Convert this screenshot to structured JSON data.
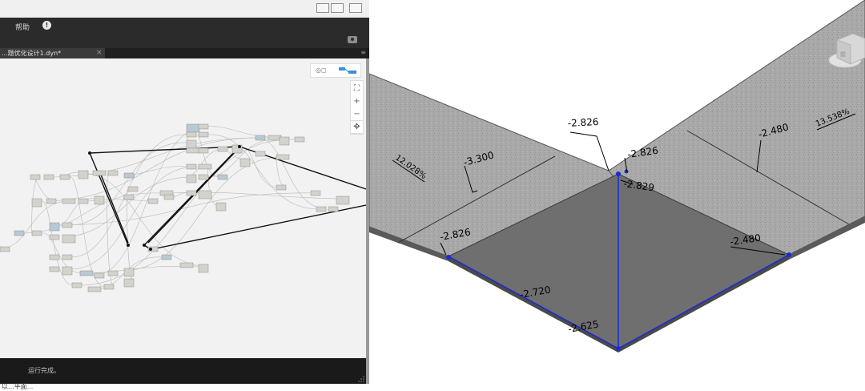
{
  "dynamo": {
    "menu": {
      "help": "帮助"
    },
    "tab": {
      "title": "...题优化设计1.dyn*",
      "close": "×"
    },
    "status": "运行完成。",
    "icons": [
      "minimize-icon",
      "maximize-icon",
      "close-icon",
      "info-icon",
      "camera-icon",
      "background-3d-icon",
      "graph-view-icon",
      "fit-view-icon",
      "zoom-in-icon",
      "zoom-out-icon",
      "pan-icon"
    ],
    "zoom": {
      "fit": "⛶",
      "in": "+",
      "out": "−",
      "pan": "✥"
    },
    "below_text": "以...平面..."
  },
  "view3d": {
    "elevations": [
      "-2.826",
      "-2.826",
      "-2.829",
      "-3.300",
      "-2.480",
      "-2.480",
      "-2.826",
      "-2.720",
      "-2.625"
    ],
    "slopes": [
      "12.028%",
      "13.538%"
    ],
    "viewcube_label": "前",
    "colors": {
      "surface": "#6f6f6f",
      "road": "#a8a8a8",
      "edge": "#1a2bd6"
    }
  }
}
